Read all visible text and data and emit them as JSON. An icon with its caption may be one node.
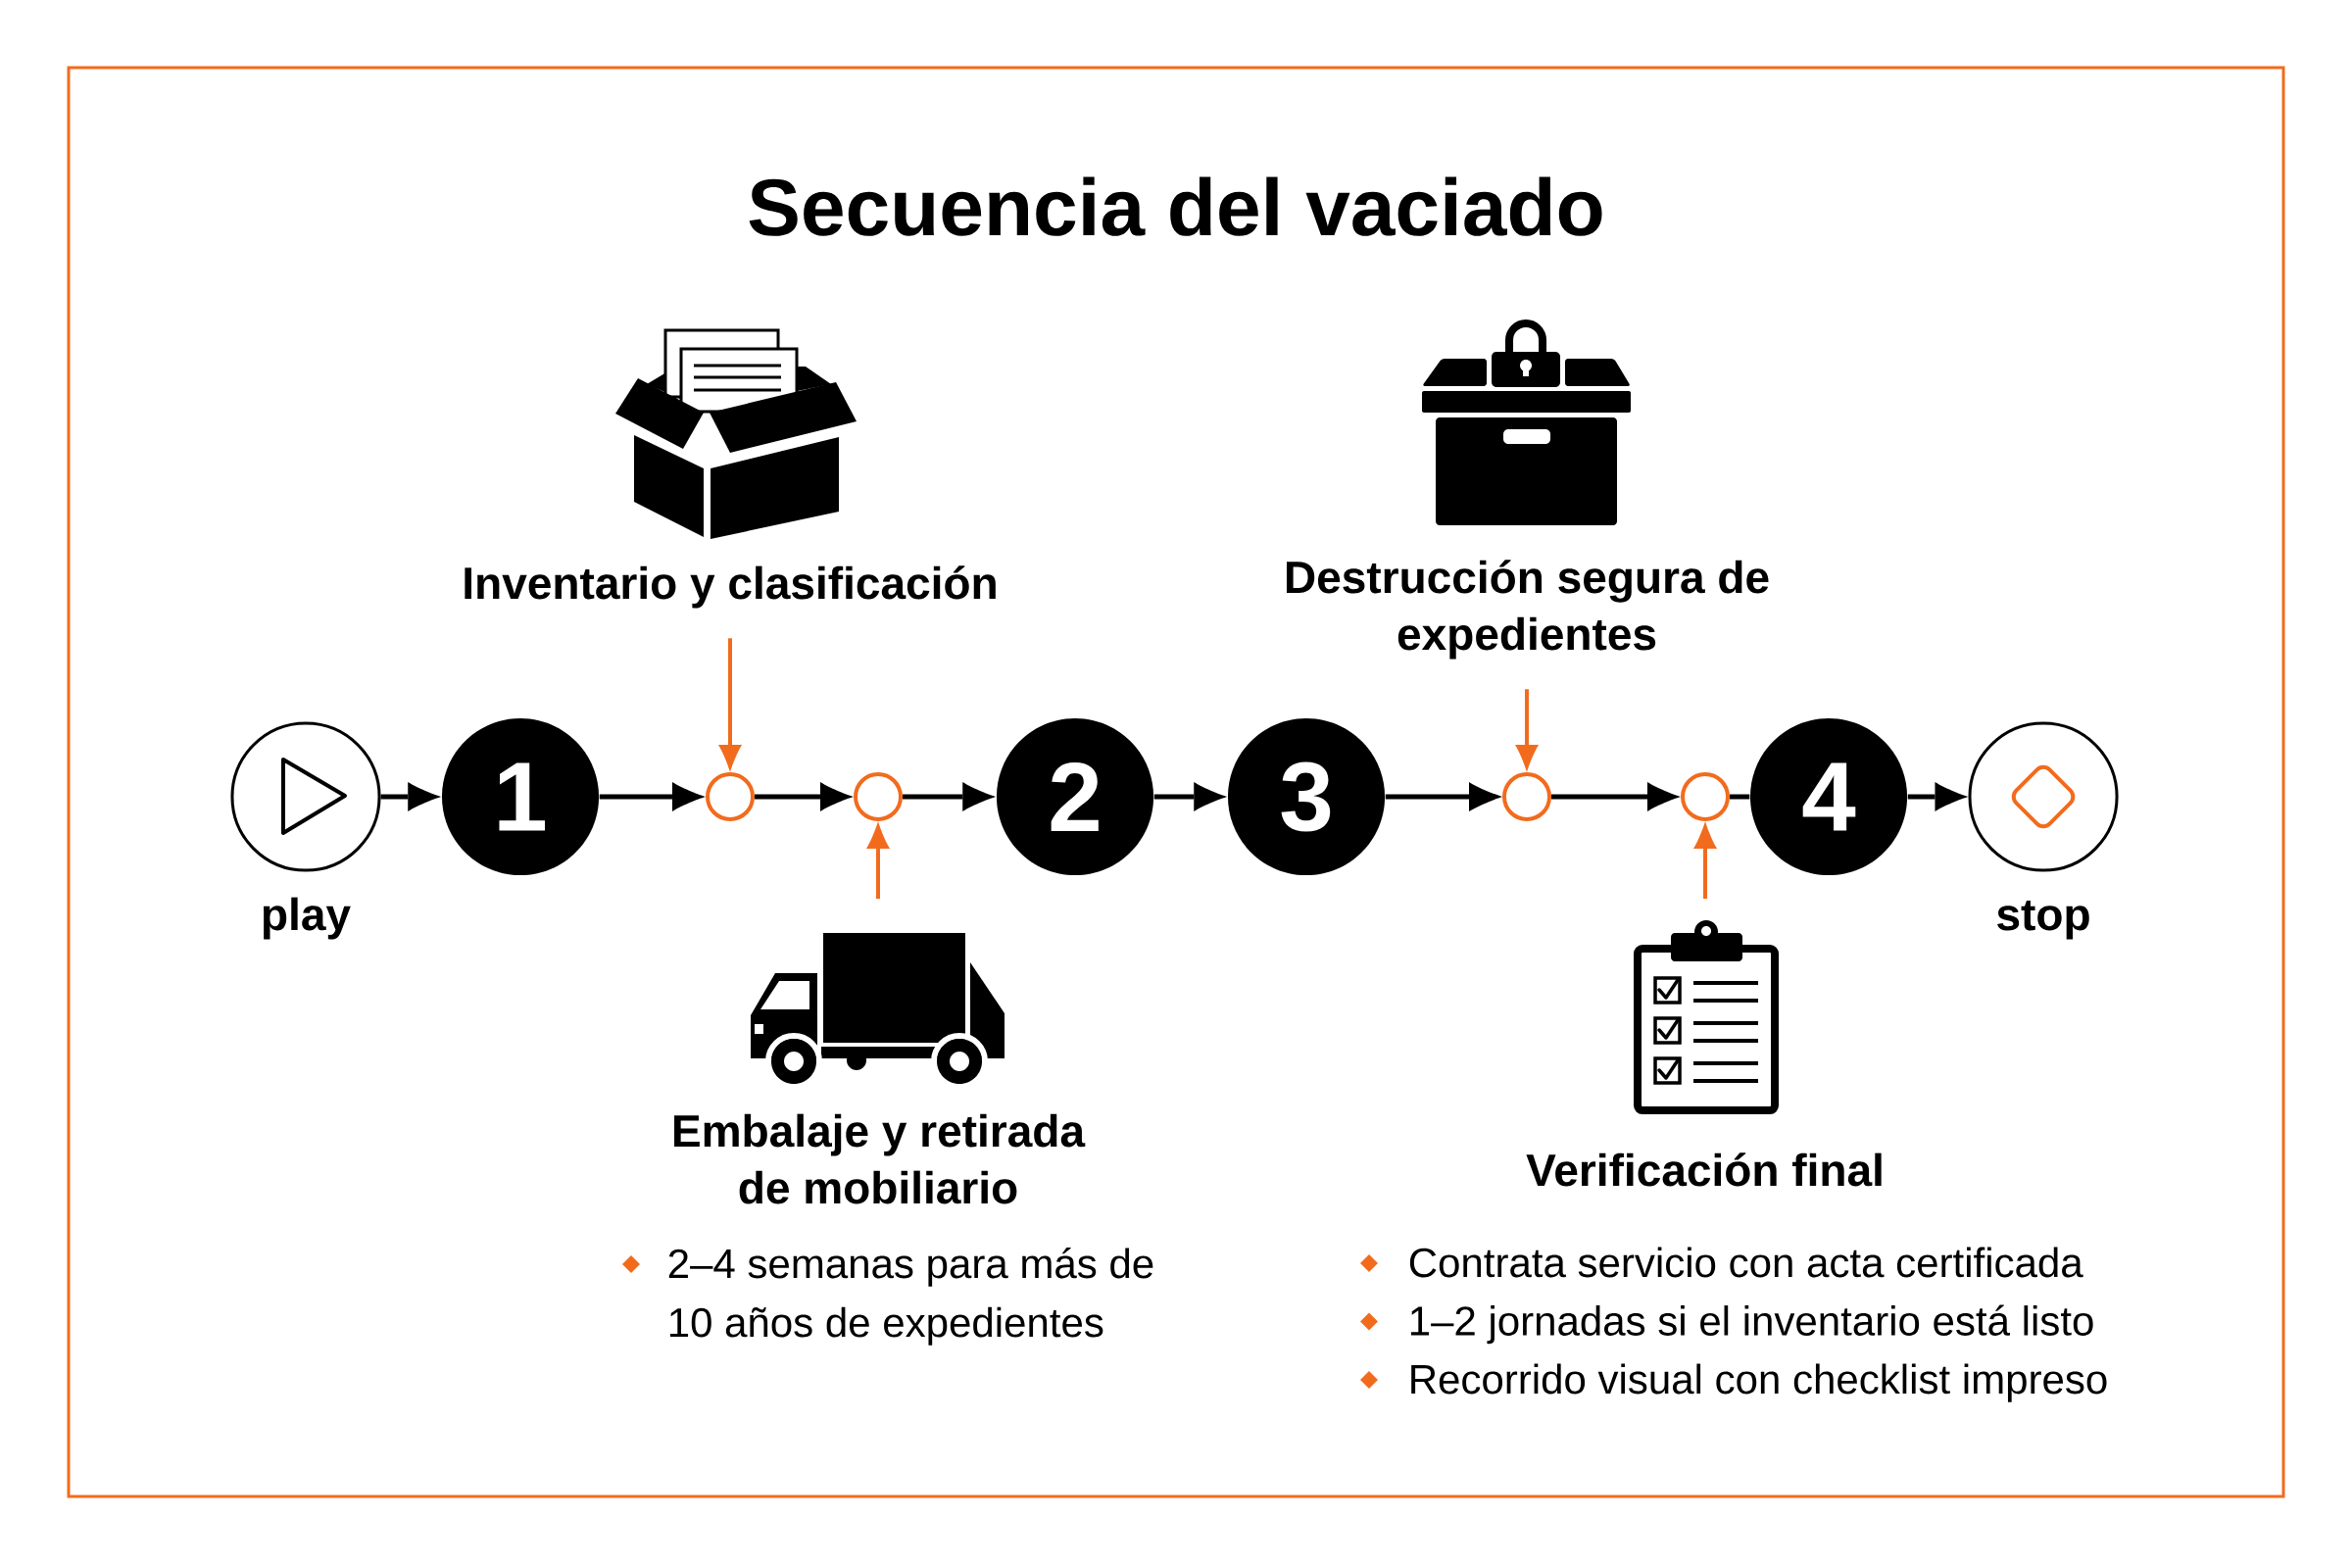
{
  "diagram": {
    "title": "Secuencia del vaciado",
    "nodes": [
      {
        "text": [
          "play"
        ]
      },
      {
        "text": [
          "1"
        ]
      },
      {
        "text": [],
        "shape": "circle"
      },
      {
        "text": [],
        "shape": "circle"
      },
      {
        "text": [
          "2"
        ]
      },
      {
        "text": [
          "3"
        ]
      },
      {
        "text": [],
        "shape": "circle"
      },
      {
        "text": [],
        "shape": "circle"
      },
      {
        "text": [
          "4"
        ]
      },
      {
        "text": [
          "stop"
        ]
      },
      {
        "text": [
          "Inventario y clasificación"
        ]
      },
      {
        "text": [
          "Embalaje y retirada de mobiliario"
        ],
        "beside": [
          "2–4 semanas para más de 10 años de expedientes"
        ]
      },
      {
        "text": [
          "Destrucción segura de expedientes"
        ]
      },
      {
        "text": [
          "Verificación final"
        ],
        "beside": [
          "Contrata servicio con acta certificada",
          "1–2 jornadas si el inventario está listo",
          "Recorrido visual con checklist impreso"
        ]
      }
    ],
    "edges": [
      {
        "from": 0,
        "to": 1,
        "arrow": "to"
      },
      {
        "from": 1,
        "to": 2,
        "arrow": "to"
      },
      {
        "from": 2,
        "to": 3,
        "arrow": "to"
      },
      {
        "from": 3,
        "to": 4,
        "arrow": "to"
      },
      {
        "from": 4,
        "to": 5,
        "arrow": "to"
      },
      {
        "from": 5,
        "to": 6,
        "arrow": "to"
      },
      {
        "from": 6,
        "to": 7,
        "arrow": "to"
      },
      {
        "from": 7,
        "to": 8,
        "arrow": "none"
      },
      {
        "from": 8,
        "to": 9,
        "arrow": "to"
      },
      {
        "from": 10,
        "to": 2,
        "arrow": "to",
        "color": "#f26b1d"
      },
      {
        "from": 11,
        "to": 3,
        "arrow": "to",
        "color": "#f26b1d"
      },
      {
        "from": 12,
        "to": 6,
        "arrow": "to",
        "color": "#f26b1d"
      },
      {
        "from": 13,
        "to": 7,
        "arrow": "to",
        "color": "#f26b1d"
      }
    ]
  }
}
